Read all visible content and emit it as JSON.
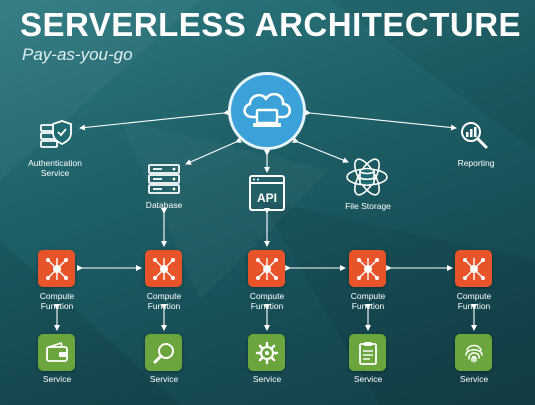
{
  "title": "SERVERLESS ARCHITECTURE",
  "subtitle": "Pay-as-you-go",
  "nodes": {
    "cloud": {
      "icon": "cloud-laptop-icon"
    },
    "auth": {
      "label": "Authentication\nService",
      "icon": "shield-server-icon"
    },
    "database": {
      "label": "Database",
      "icon": "server-rack-icon"
    },
    "api": {
      "label": "API",
      "icon": "api-window-icon"
    },
    "file_storage": {
      "label": "File Storage",
      "icon": "atom-database-icon"
    },
    "reporting": {
      "label": "Reporting",
      "icon": "magnifier-chart-icon"
    },
    "compute": [
      {
        "label": "Compute\nFunction",
        "icon": "network-node-icon"
      },
      {
        "label": "Compute\nFunction",
        "icon": "network-node-icon"
      },
      {
        "label": "Compute\nFunction",
        "icon": "network-node-icon"
      },
      {
        "label": "Compute\nFunction",
        "icon": "network-node-icon"
      },
      {
        "label": "Compute\nFunction",
        "icon": "network-node-icon"
      }
    ],
    "services": [
      {
        "label": "Service",
        "icon": "wallet-icon"
      },
      {
        "label": "Service",
        "icon": "search-icon"
      },
      {
        "label": "Service",
        "icon": "gear-icon"
      },
      {
        "label": "Service",
        "icon": "clipboard-icon"
      },
      {
        "label": "Service",
        "icon": "fingerprint-icon"
      }
    ]
  },
  "colors": {
    "compute": "#e8542a",
    "service": "#6aa63d",
    "cloud": "#3aa1d9",
    "connector": "#ffffff"
  }
}
